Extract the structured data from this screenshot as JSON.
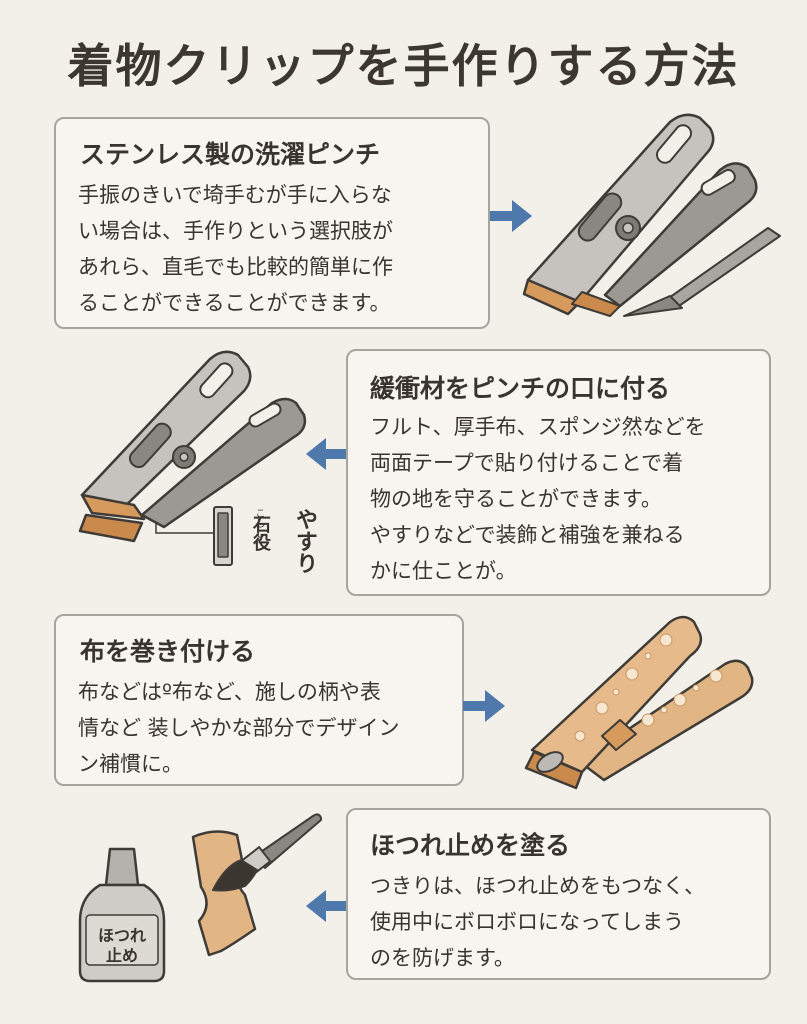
{
  "title": "着物クリップを手作りする方法",
  "steps": [
    {
      "heading": "ステンレス製の洗濯ピンチ",
      "lines": [
        "手振のきいで埼手むが手に入らな",
        "い場合は、手作りという選択肢が",
        "あれら、直毛でも比較的簡単に作",
        "ることができることができます。"
      ]
    },
    {
      "heading": "緩衝材をピンチの口に付る",
      "lines": [
        "フルト、厚手布、スポンジ然などを",
        "両面テープで貼り付けることで着",
        "物の地を守ることができます。",
        "やすりなどで装飾と補強を兼ねる",
        "かに仕ことが。"
      ]
    },
    {
      "heading": "布を巻き付ける",
      "lines": [
        "布などはº布など、施しの柄や表",
        "情など 装しやかな部分でデザイン",
        "ン補慣に。"
      ]
    },
    {
      "heading": "ほつれ止めを塗る",
      "lines": [
        "つきりは、ほつれ止めをもつなく、",
        "使用中にボロボロになってしまう",
        "のを防げます。"
      ]
    }
  ],
  "file_label": {
    "small": "こしし",
    "big": "石役"
  },
  "yasuri_label": "やすり",
  "bottle_label_1": "ほつれ",
  "bottle_label_2": "止め",
  "colors": {
    "background": "#f3efe9",
    "card": "#f8f5f1",
    "border": "#a9a39d",
    "arrow": "#4f78ad",
    "metal": "#b9b6b1",
    "metal_dark": "#8c8984",
    "felt": "#d69a5c",
    "fabric": "#e6ba8a"
  }
}
